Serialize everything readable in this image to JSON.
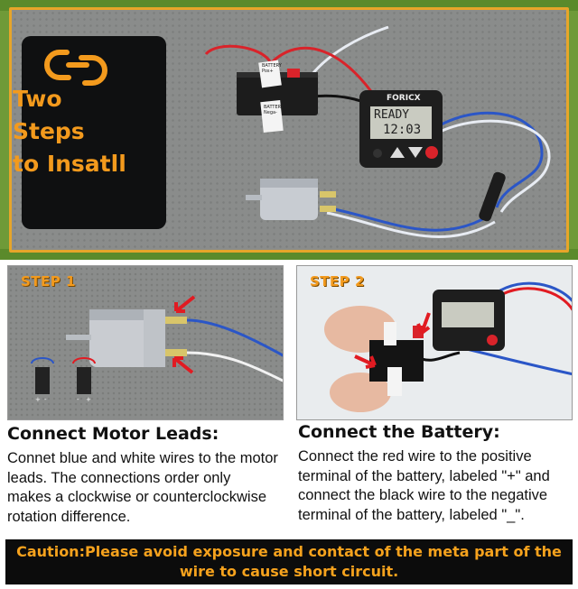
{
  "hero": {
    "title_line1": "Two",
    "title_line2": "Steps",
    "title_line3": "to Insatll",
    "device_brand": "FORICX",
    "display_top": "READY",
    "display_time": "12:03",
    "battery_label_pos": "BATTERY Pos+",
    "battery_label_neg": "BATTERY Nega-"
  },
  "step1": {
    "label": "STEP 1",
    "heading": "Connect Motor Leads:",
    "body": "Connet blue and white wires to the motor leads. The connections order only makes a clockwise or counterclockwise rotation difference."
  },
  "step2": {
    "label": "STEP 2",
    "heading": "Connect the Battery:",
    "body": "Connect the red wire to the positive terminal of the battery, labeled \"+\" and connect the black wire to the negative terminal of the battery, labeled \"_\"."
  },
  "caution": {
    "text": "Caution:Please avoid exposure and contact of the meta part of the wire to cause short circuit."
  },
  "colors": {
    "accent": "#f39a1d",
    "wire_blue": "#2b56c7",
    "wire_red": "#d9232a",
    "arrow_red": "#e11b22"
  }
}
